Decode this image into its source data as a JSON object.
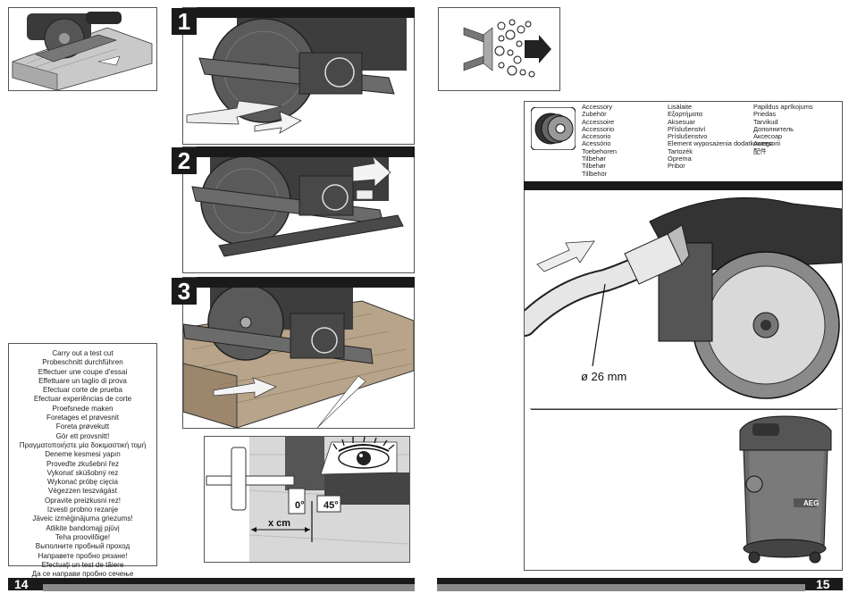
{
  "left_page": {
    "page_number": "14",
    "steps": [
      {
        "number": "1"
      },
      {
        "number": "2"
      },
      {
        "number": "3"
      }
    ],
    "detail_labels": {
      "angle_0": "0°",
      "angle_45": "45°",
      "distance": "x cm"
    },
    "test_cut_translations": [
      "Carry out a test cut",
      "Probeschnitt durchführen",
      "Effectuer une coupe d'essai",
      "Effettuare un taglio di prova",
      "Efectuar corte de prueba",
      "Efectuar experiências de corte",
      "Proefsnede maken",
      "Foretages et prøvesnit",
      "Foreta prøvekutt",
      "Gör ett provsnitt!",
      "Πραγματοποιήστε μία δοκιμαστική τομή",
      "Deneme kesmesi yapın",
      "Proveďte zkušební řez",
      "Vykonať skúšobný rez",
      "Wykonać próbę cięcia",
      "Végezzen teszvágást",
      "Opravite preizkusni rez!",
      "Izvesti probno rezanje",
      "Jāveic izmēģinājuma griezums!",
      "Atlikite bandomąjį pjūvį",
      "Teha proovilõige!",
      "Выполните пробный проход",
      "Направете пробно рязане!",
      "Efectuaţi un test de tăiere",
      "Да се направи пробно сечење"
    ]
  },
  "right_page": {
    "page_number": "15",
    "dimension_label": "ø 26 mm",
    "brand_logo": "AEG",
    "accessory_columns": [
      [
        "Accessory",
        "Zubehör",
        "Accessoire",
        "Accessorio",
        "Accesorio",
        "Acessório",
        "Toebehoren",
        "Tilbehør",
        "Tilbehør",
        "Tillbehör"
      ],
      [
        "Lisälaite",
        "Εξαρτήματα",
        "Aksesuar",
        "Příslušenství",
        "Príslušenstvo",
        "Element wyposażenia dodatkowego",
        "Tartozék",
        "Oprema",
        "Pribor"
      ],
      [
        "Papildus aprīkojums",
        "Priedas",
        "Tarvikud",
        "Дополнитель",
        "Аксесоар",
        "Accesorii",
        "配件"
      ]
    ]
  }
}
